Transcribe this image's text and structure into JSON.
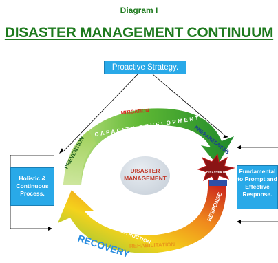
{
  "caption": "Diagram I",
  "title": "DISASTER MANAGEMENT CONTINUUM",
  "boxes": {
    "top": "Proactive Strategy.",
    "left": "Holistic & Continuous Process.",
    "right": "Fundamental to Prompt and Effective Response."
  },
  "center": "DISASTER MANAGEMENT",
  "cycle_labels": {
    "mitigation": "MITIGATION",
    "capacity": "CAPACITY DEVELOPMENT",
    "preparedness": "PREPAREDNESS",
    "prevention": "PREVENTION",
    "disaster_impact": "DISASTER IMPACT",
    "response": "RESPONSE",
    "rehabilitation": "REHABILITATION",
    "reconstruction": "RECONSTRUCTION",
    "recovery": "RECOVERY"
  },
  "colors": {
    "heading_green": "#1e7a1e",
    "box_blue": "#29a9e8",
    "arrow_green": "#4caf2a",
    "arrow_light": "#b6dc6a",
    "arrow_red": "#d9261c",
    "arrow_orange": "#f29b1d"
  }
}
